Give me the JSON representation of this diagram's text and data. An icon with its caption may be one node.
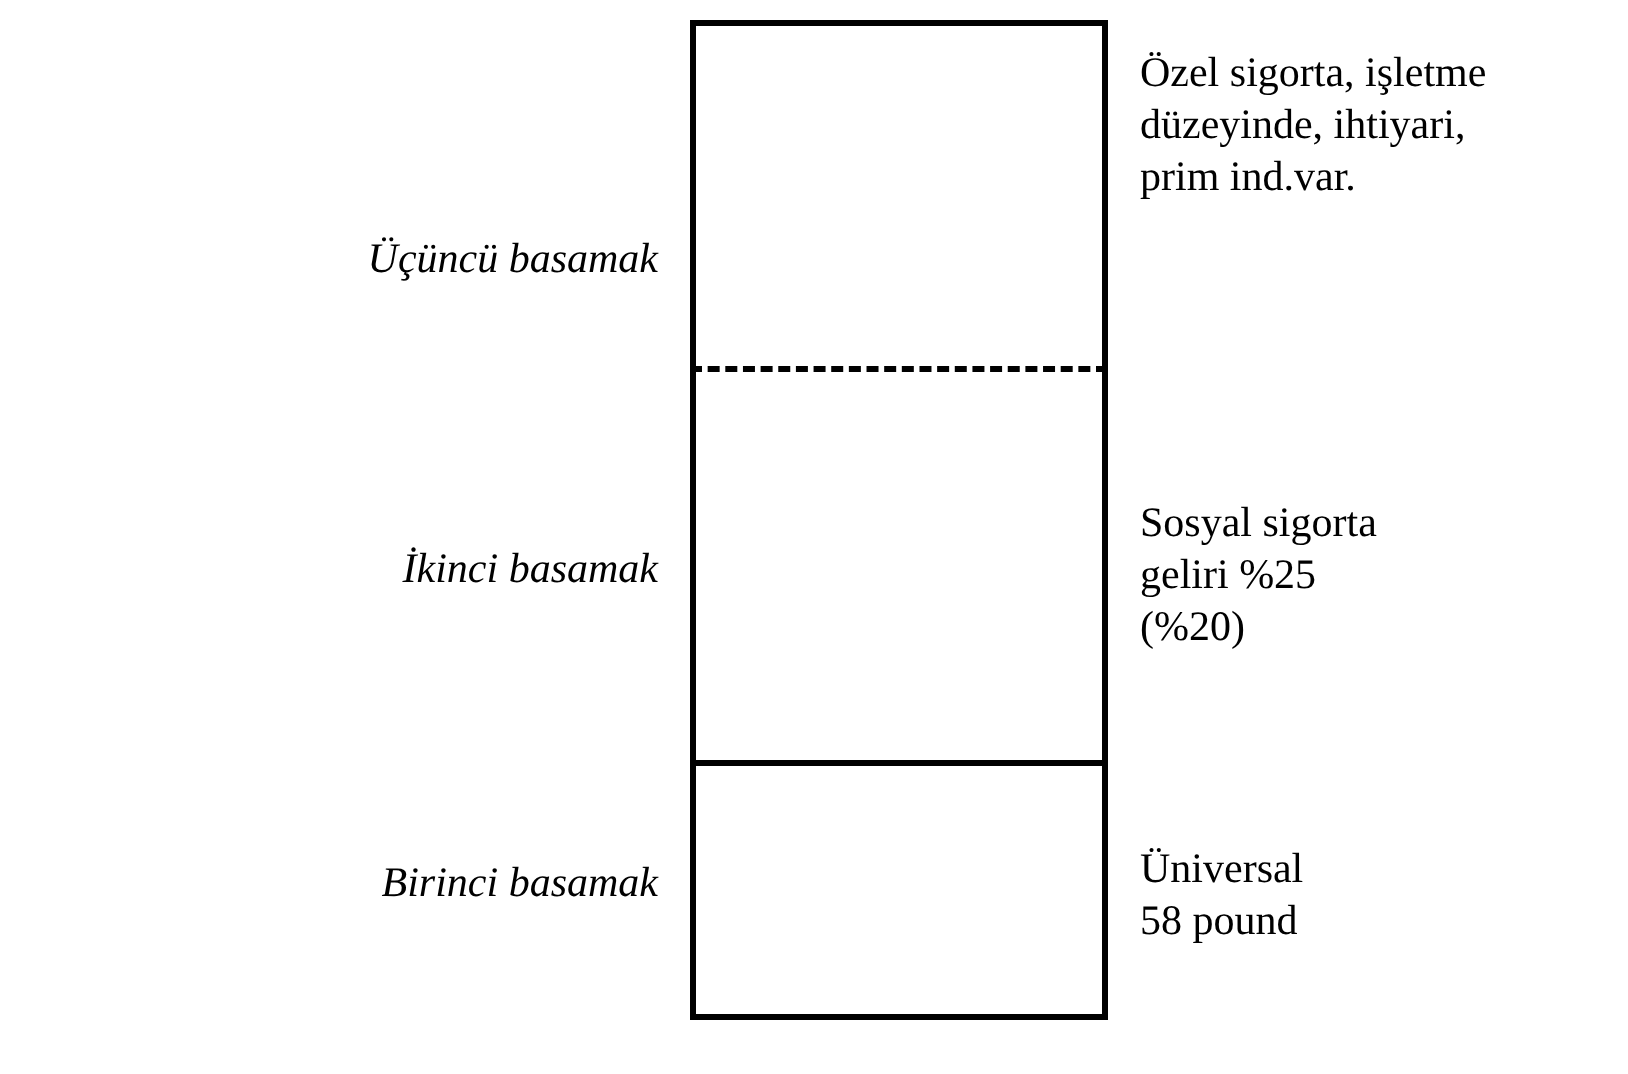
{
  "diagram": {
    "nodes": [
      {
        "text": [
          "Üçüncü basamak"
        ],
        "beside": [
          "Özel sigorta, işletme düzeyinde, ihtiyari, prim ind.var."
        ]
      },
      {
        "text": [
          "İkinci basamak"
        ],
        "beside": [
          "Sosyal sigorta geliri %25 (%20)"
        ]
      },
      {
        "text": [
          "Birinci basamak"
        ],
        "beside": [
          "Üniversal 58 pound"
        ]
      }
    ]
  }
}
